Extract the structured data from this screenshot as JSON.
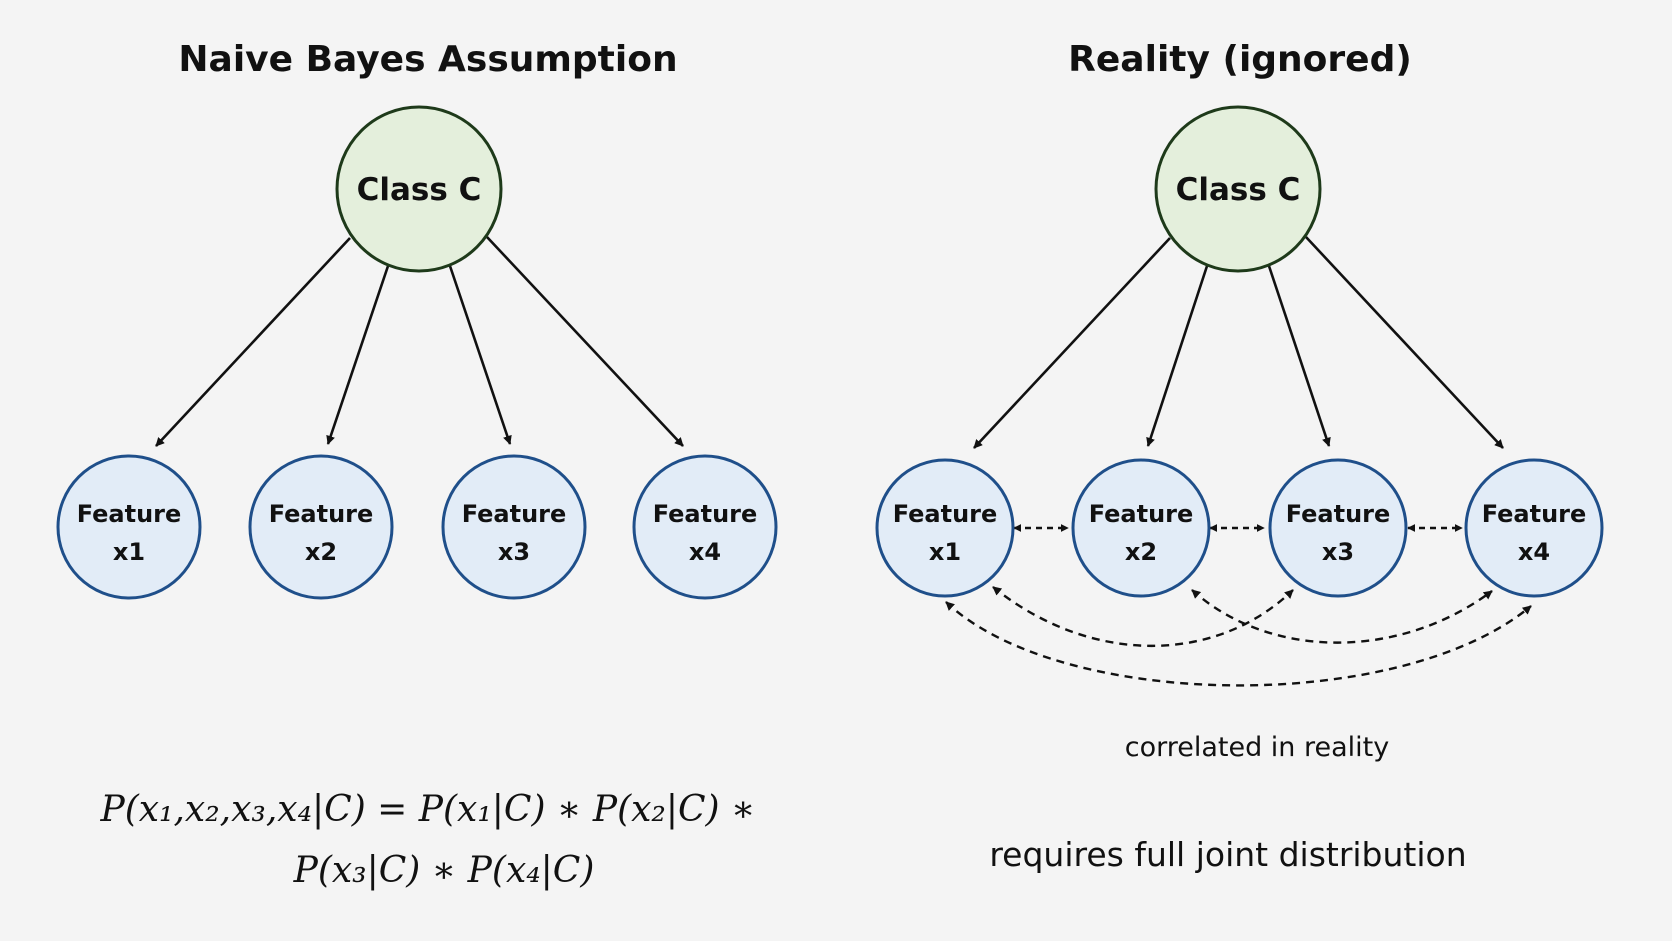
{
  "left": {
    "title": "Naive Bayes Assumption",
    "class_node": "Class C",
    "features": [
      {
        "line1": "Feature",
        "line2": "x1"
      },
      {
        "line1": "Feature",
        "line2": "x2"
      },
      {
        "line1": "Feature",
        "line2": "x3"
      },
      {
        "line1": "Feature",
        "line2": "x4"
      }
    ],
    "formula_line1": "P(x₁,x₂,x₃,x₄|C) = P(x₁|C) ∗ P(x₂|C) ∗",
    "formula_line2": "P(x₃|C) ∗ P(x₄|C)"
  },
  "right": {
    "title": "Reality (ignored)",
    "class_node": "Class C",
    "features": [
      {
        "line1": "Feature",
        "line2": "x1"
      },
      {
        "line1": "Feature",
        "line2": "x2"
      },
      {
        "line1": "Feature",
        "line2": "x3"
      },
      {
        "line1": "Feature",
        "line2": "x4"
      }
    ],
    "correlation_label": "correlated in reality",
    "joint_note": "requires full joint distribution"
  },
  "colors": {
    "class_fill": "#e4efdc",
    "class_stroke": "#1e3a1a",
    "feature_fill": "#e2ecf7",
    "feature_stroke": "#1f4f8a",
    "edge": "#111111"
  }
}
